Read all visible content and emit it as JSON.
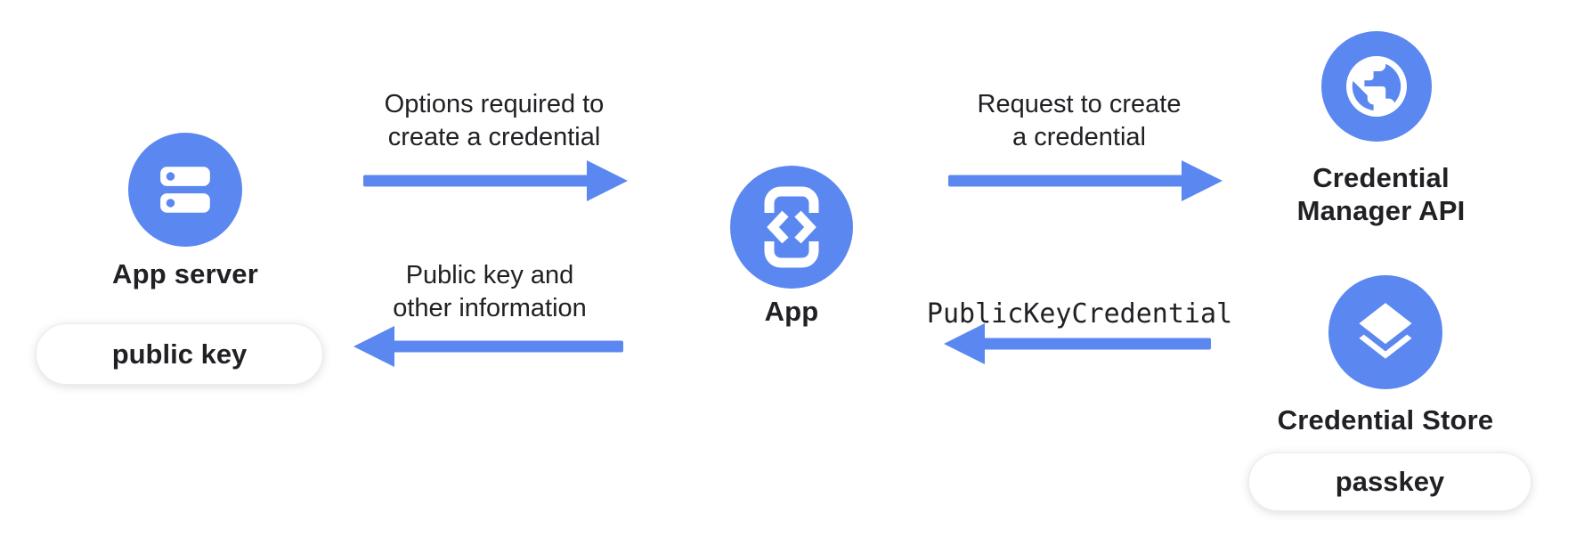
{
  "colors": {
    "accent_blue": "#5B87F0",
    "text_dark": "#202124",
    "pill_background": "#ffffff"
  },
  "nodes": {
    "app_server": {
      "label": "App server",
      "icon": "server-icon",
      "badge": "public key"
    },
    "app": {
      "label": "App",
      "icon": "phone-code-icon"
    },
    "credential_manager_api": {
      "label_line1": "Credential",
      "label_line2": "Manager API",
      "icon": "globe-icon"
    },
    "credential_store": {
      "label": "Credential Store",
      "icon": "layers-icon",
      "badge": "passkey"
    }
  },
  "flows": {
    "options": {
      "line1": "Options required to",
      "line2": "create a credential",
      "direction": "right",
      "from": "App server",
      "to": "App"
    },
    "request": {
      "line1": "Request to create",
      "line2": "a credential",
      "direction": "right",
      "from": "App",
      "to": "Credential Manager API"
    },
    "public_key_credential": {
      "label": "PublicKeyCredential",
      "direction": "left",
      "from": "Credential Store",
      "to": "App",
      "style": "monospace"
    },
    "public_key_info": {
      "line1": "Public key and",
      "line2": "other information",
      "direction": "left",
      "from": "App",
      "to": "App server"
    }
  }
}
